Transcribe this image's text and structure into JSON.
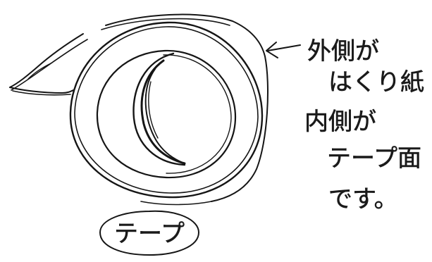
{
  "annotation": {
    "lines": [
      "外側が",
      "はくり紙",
      "内側が",
      "テープ面",
      "です。"
    ]
  },
  "caption": "テープ"
}
